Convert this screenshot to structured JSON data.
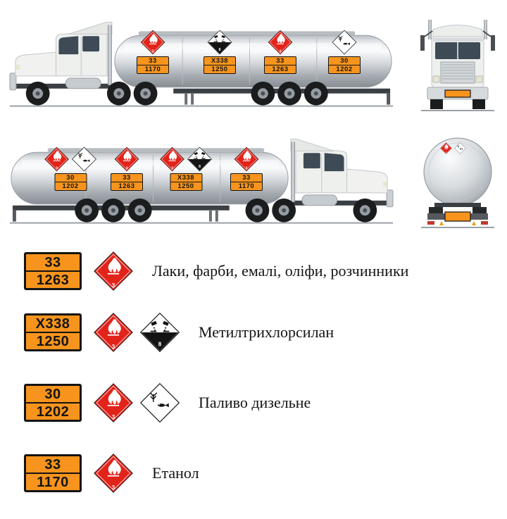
{
  "colors": {
    "plate_orange": "#F7941D",
    "flammable_red": "#E2231A",
    "symbol_black": "#141414",
    "tank_silver": "#C9CED3",
    "text": "#141414"
  },
  "class_numbers": {
    "flammable": "3",
    "corrosive": "8"
  },
  "icons": {
    "flammable": "flammable-liquid-diamond-icon",
    "corrosive": "corrosive-diamond-icon",
    "environment": "environmentally-hazardous-diamond-icon"
  },
  "trucks": {
    "side_top": {
      "placards": [
        {
          "symbols": [
            "flammable"
          ],
          "hazard_id": "33",
          "un_number": "1170"
        },
        {
          "symbols": [
            "corrosive"
          ],
          "hazard_id": "X338",
          "un_number": "1250"
        },
        {
          "symbols": [
            "flammable"
          ],
          "hazard_id": "33",
          "un_number": "1263"
        },
        {
          "symbols": [
            "environment"
          ],
          "hazard_id": "30",
          "un_number": "1202"
        }
      ]
    },
    "side_bottom": {
      "placards": [
        {
          "symbols": [
            "flammable",
            "environment"
          ],
          "hazard_id": "30",
          "un_number": "1202"
        },
        {
          "symbols": [
            "flammable"
          ],
          "hazard_id": "33",
          "un_number": "1263"
        },
        {
          "symbols": [
            "flammable",
            "corrosive"
          ],
          "hazard_id": "X338",
          "un_number": "1250"
        },
        {
          "symbols": [
            "flammable"
          ],
          "hazard_id": "33",
          "un_number": "1170"
        }
      ]
    },
    "rear": {
      "placards": [
        "flammable",
        "environment"
      ]
    }
  },
  "legend": {
    "rows": [
      {
        "hazard_id": "33",
        "un_number": "1263",
        "symbols": [
          "flammable"
        ],
        "label": "Лаки, фарби, емалі, оліфи, розчинники"
      },
      {
        "hazard_id": "X338",
        "un_number": "1250",
        "symbols": [
          "flammable",
          "corrosive"
        ],
        "label": "Метилтрихлорсилан"
      },
      {
        "hazard_id": "30",
        "un_number": "1202",
        "symbols": [
          "flammable",
          "environment"
        ],
        "label": "Паливо дизельне"
      },
      {
        "hazard_id": "33",
        "un_number": "1170",
        "symbols": [
          "flammable"
        ],
        "label": "Етанол"
      }
    ]
  }
}
